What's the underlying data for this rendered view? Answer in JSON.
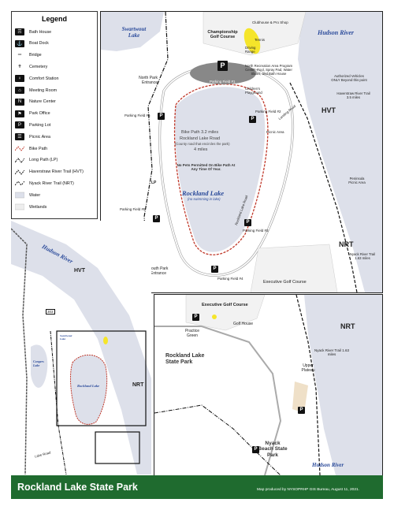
{
  "footer": {
    "title": "Rockland Lake State Park",
    "credit": "Map produced by NYSOPRHP GIS Bureau, August 11, 2021."
  },
  "legend": {
    "title": "Legend",
    "items": [
      {
        "label": "Bath House",
        "icon": "shower-icon"
      },
      {
        "label": "Boat Dock",
        "icon": "boat-icon"
      },
      {
        "label": "Bridge",
        "icon": "bridge-icon"
      },
      {
        "label": "Cemetery",
        "icon": "cross-icon"
      },
      {
        "label": "Comfort Station",
        "icon": "restroom-icon"
      },
      {
        "label": "Meeting Room",
        "icon": "meeting-icon"
      },
      {
        "label": "Nature Center",
        "icon": "nature-center-icon"
      },
      {
        "label": "Park Office",
        "icon": "office-icon"
      },
      {
        "label": "Parking Lot",
        "icon": "parking-icon"
      },
      {
        "label": "Picnic Area",
        "icon": "picnic-icon"
      },
      {
        "label": "Bike Path",
        "icon": "bike-path-line"
      },
      {
        "label": "Long Path (LP)",
        "icon": "long-path-line"
      },
      {
        "label": "Haverstraw River Trail (HVT)",
        "icon": "hvt-line"
      },
      {
        "label": "Nyack River Trail (NRT)",
        "icon": "nrt-line"
      },
      {
        "label": "Water",
        "icon": "water-swatch"
      },
      {
        "label": "Wetlands",
        "icon": "wetlands-swatch"
      }
    ]
  },
  "main_map": {
    "labels": {
      "swartwout_lake": "Swartwout Lake",
      "hudson_river": "Hudson River",
      "championship_golf": "Championship Golf Course",
      "driving_range": "Driving Range",
      "clubhouse": "Clubhouse & Pro Shop",
      "tennis": "Tennis",
      "parking_field_1": "Parking Field #1",
      "north_park_entrance": "North Park Entrance",
      "north_rec_area": "North Recreation Area Program Center, Pool, Spray Pad, Water Slides, and Bath House",
      "childrens_playground": "Children's Playground",
      "authorized_vehicles": "Authorized Vehicles ONLY Beyond this point",
      "hvt_trail_miles": "Haverstraw River Trail 3.5 miles",
      "hvt": "HVT",
      "parking_field_6": "Parking Field #6",
      "parking_field_2": "Parking Field #2",
      "bike_path": "Bike Path 3.2 miles",
      "rockland_lake_road": "Rockland Lake Road",
      "county_road_note": "(County road that encircles the park)",
      "four_miles": "4 miles",
      "no_pets": "No Pets Permitted On Bike Path At Any Time Of Year.",
      "picnic_area": "Picnic Area",
      "peninsula_picnic": "Peninsula Picnic Area",
      "rockland_lake": "Rockland Lake",
      "no_swimming": "(no swimming in lake)",
      "parking_field_5": "Parking Field #5",
      "parking_field_3": "Parking Field #3",
      "nrt": "NRT",
      "nyack_trail_miles": "Nyack River Trail 1.63 miles",
      "south_park_entrance": "South Park Entrance",
      "parking_field_4": "Parking Field #4",
      "executive_golf": "Executive Golf Course",
      "rockland_lake_road_side": "Rockland Lake Road",
      "landing_road": "Landing Road",
      "lp": "LP"
    }
  },
  "overview_map": {
    "labels": {
      "hudson_river": "Hudson River",
      "hvt": "HVT",
      "nrt": "NRT",
      "rockland_lake": "Rockland Lake",
      "congers_lake": "Congers Lake",
      "swartwout": "Swartwout Lake",
      "lake_road": "Lake Road",
      "route_303": "303"
    }
  },
  "inset_map": {
    "labels": {
      "executive_golf": "Executive Golf Course",
      "golf_house": "Golf House",
      "practice_green": "Practice Green",
      "rockland_lake_state_park": "Rockland Lake State Park",
      "nrt": "NRT",
      "nyack_trail_miles": "Nyack River Trail 1.63 miles",
      "upper_plateau": "Upper Plateau",
      "nyack_beach": "Nyack Beach State Park",
      "hudson_river": "Hudson River"
    }
  },
  "colors": {
    "footer_green": "#1f6b2f",
    "water": "#dde0ea",
    "bike_path": "#c0392b",
    "driving_range": "#f5e52a",
    "road": "#ffffff"
  }
}
